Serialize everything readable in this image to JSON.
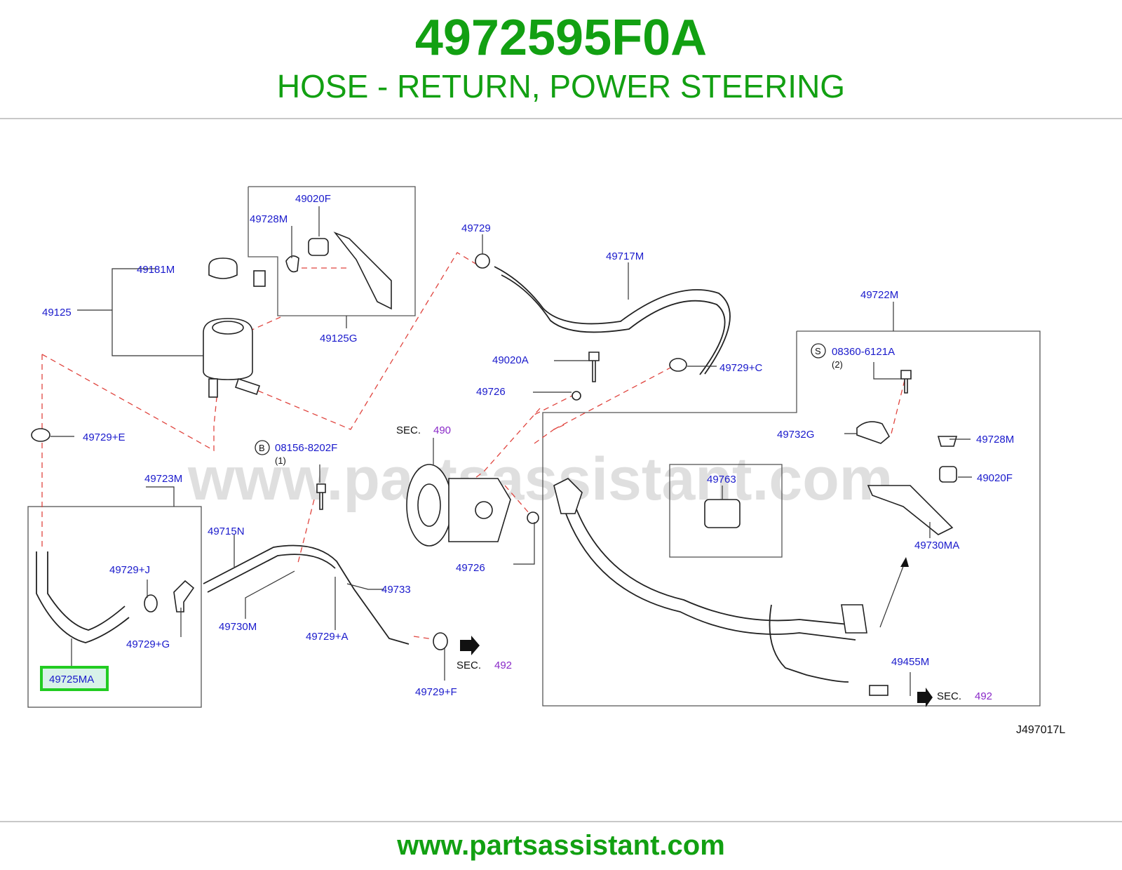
{
  "header": {
    "part_number": "4972595F0A",
    "description": "HOSE - RETURN, POWER STEERING"
  },
  "watermark": "www.partsassistant.com",
  "footer": {
    "url": "www.partsassistant.com"
  },
  "diagram_code": "J497017L",
  "highlight_color": "#22cc22",
  "accent_color": "#12a012",
  "labels": {
    "p49020F_top": "49020F",
    "p49728M_top": "49728M",
    "p49181M": "49181M",
    "p49125": "49125",
    "p49125G": "49125G",
    "p49729": "49729",
    "p49717M": "49717M",
    "p49722M": "49722M",
    "p49020A": "49020A",
    "p49729C": "49729+C",
    "p08360": "08360-6121A",
    "p08360_qty": "(2)",
    "p08360_sym": "S",
    "p49726_a": "49726",
    "p49729E": "49729+E",
    "p08156": "08156-8202F",
    "p08156_qty": "(1)",
    "p08156_sym": "B",
    "sec_490": "SEC.",
    "sec_490_num": "490",
    "p49732G": "49732G",
    "p49728M_right": "49728M",
    "p49723M": "49723M",
    "p49763": "49763",
    "p49020F_right": "49020F",
    "p49715N": "49715N",
    "p49726_b": "49726",
    "p49730MA": "49730MA",
    "p49729J": "49729+J",
    "p49733": "49733",
    "p49729G": "49729+G",
    "p49730M": "49730M",
    "p49729A": "49729+A",
    "sec_492_a": "SEC.",
    "sec_492_a_num": "492",
    "p49455M": "49455M",
    "p49725MA": "49725MA",
    "sec_492_b": "SEC.",
    "sec_492_b_num": "492",
    "p49729F": "49729+F"
  }
}
